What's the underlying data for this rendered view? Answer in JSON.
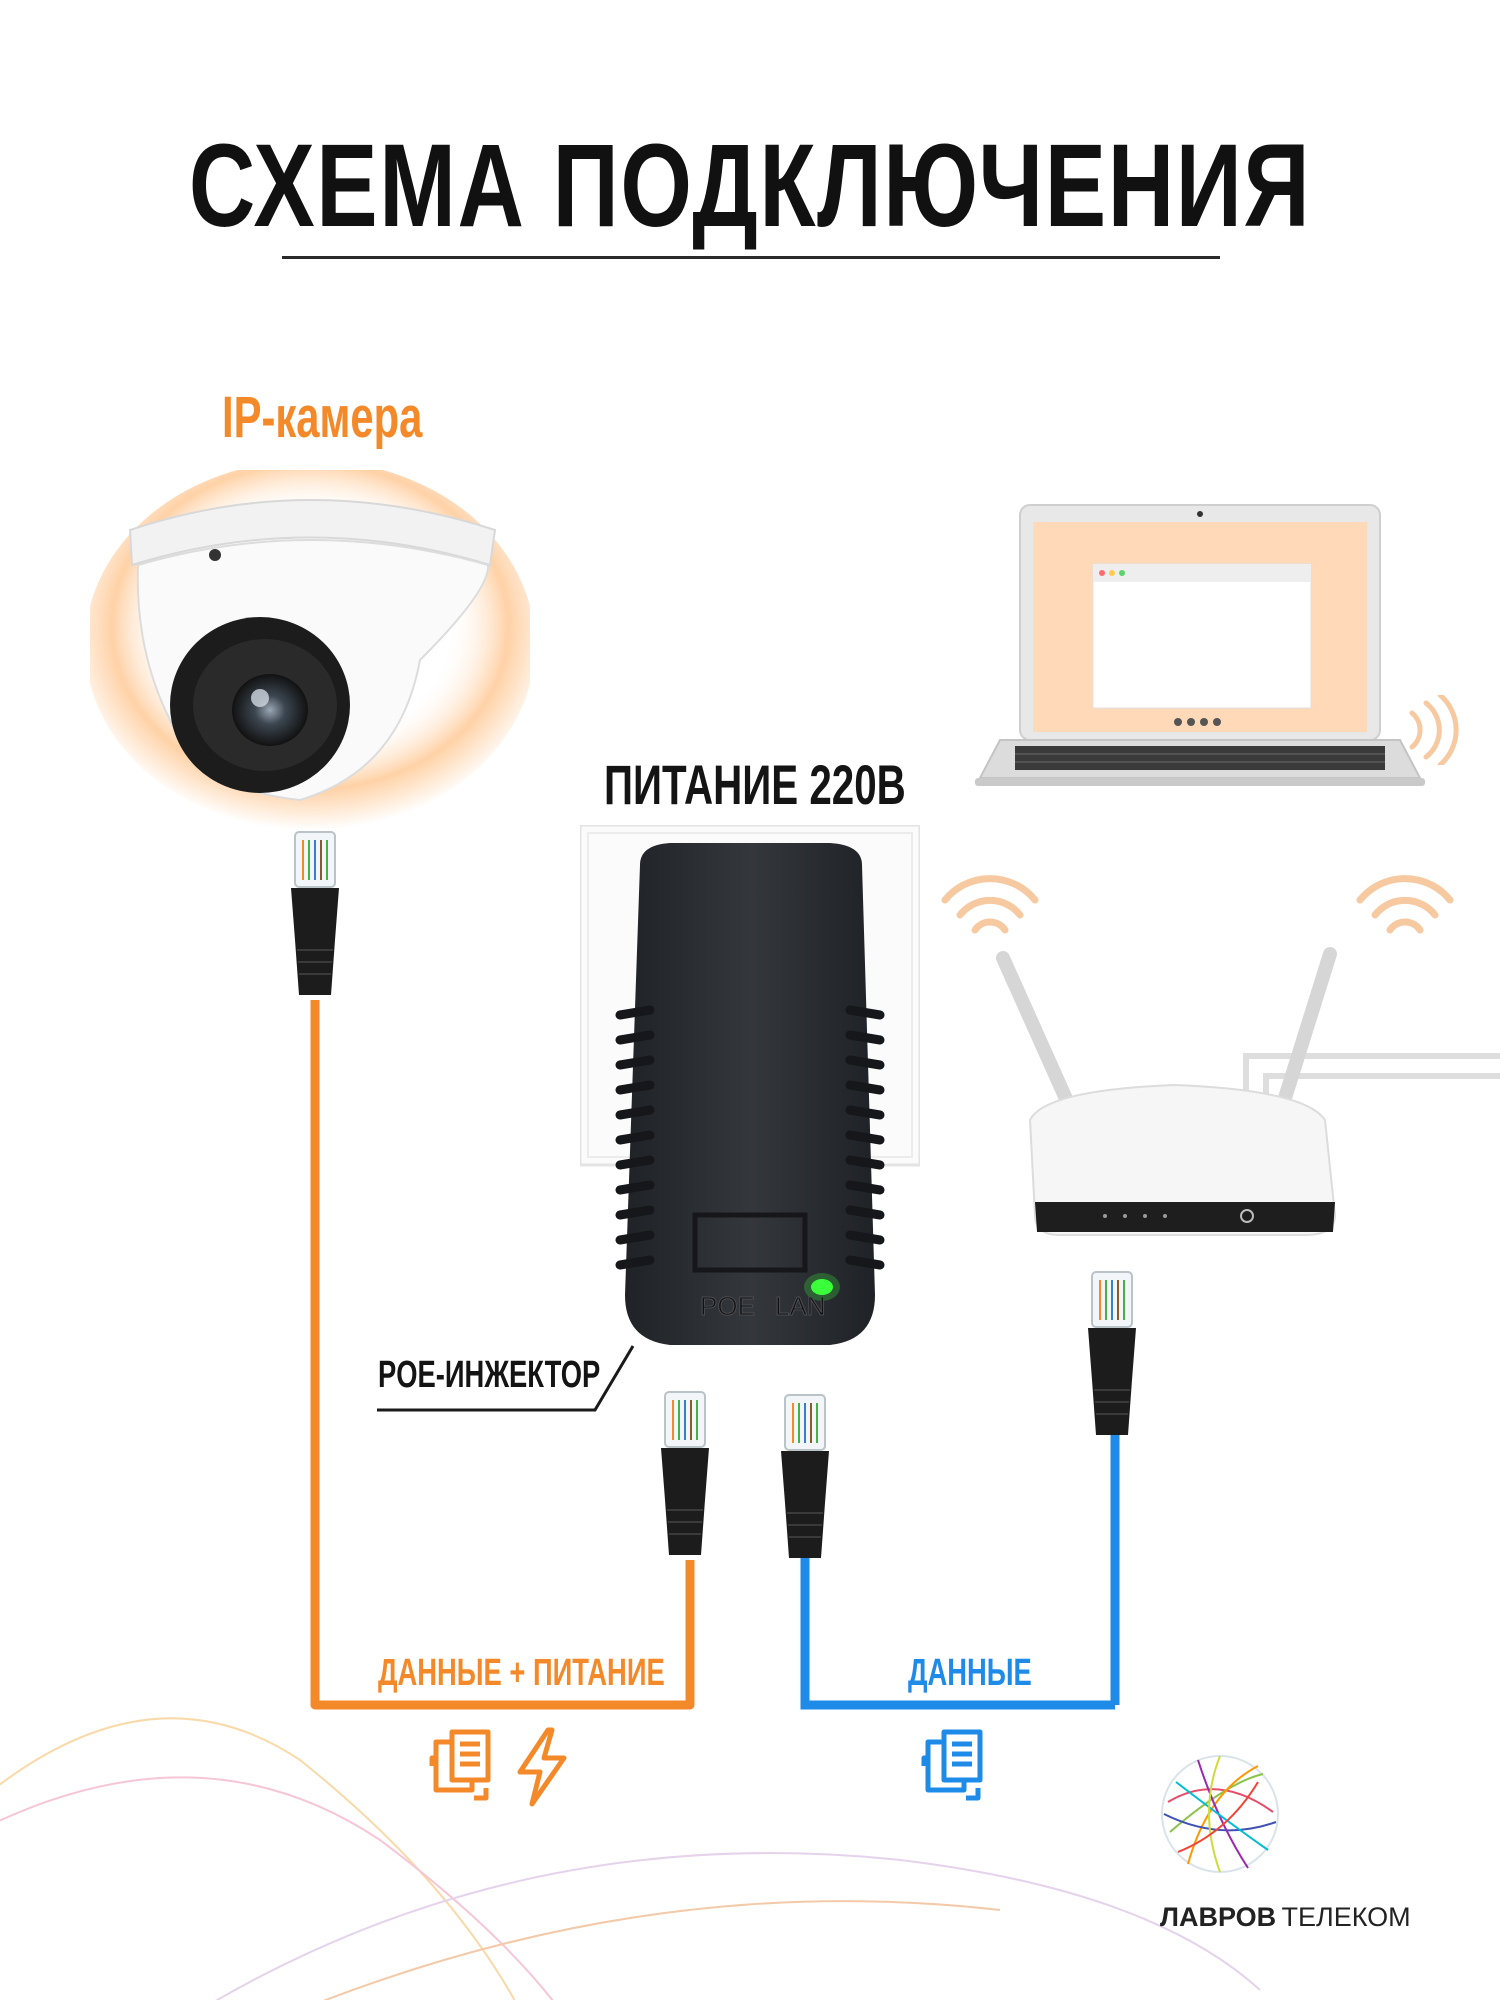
{
  "title": "СХЕМА ПОДКЛЮЧЕНИЯ",
  "labels": {
    "camera": "IP-камера",
    "power": "ПИТАНИЕ 220В",
    "poe_injector": "POE-ИНЖЕКТОР",
    "data_power": "ДАННЫЕ + ПИТАНИЕ",
    "data": "ДАННЫЕ"
  },
  "injector_ports": {
    "poe": "POE",
    "lan": "LAN"
  },
  "brand": {
    "bold": "ЛАВРОВ",
    "light": "ТЕЛЕКОМ"
  },
  "colors": {
    "accent_orange": "#f4892a",
    "accent_blue": "#1f8be8",
    "injector_body": "#2a2d31",
    "led_green": "#3cff3c"
  },
  "icons": [
    "data-transfer-icon",
    "lightning-icon",
    "wifi-icon",
    "router-icon",
    "laptop-icon",
    "ip-camera-icon",
    "rj45-connector-icon",
    "brand-globe-logo"
  ]
}
